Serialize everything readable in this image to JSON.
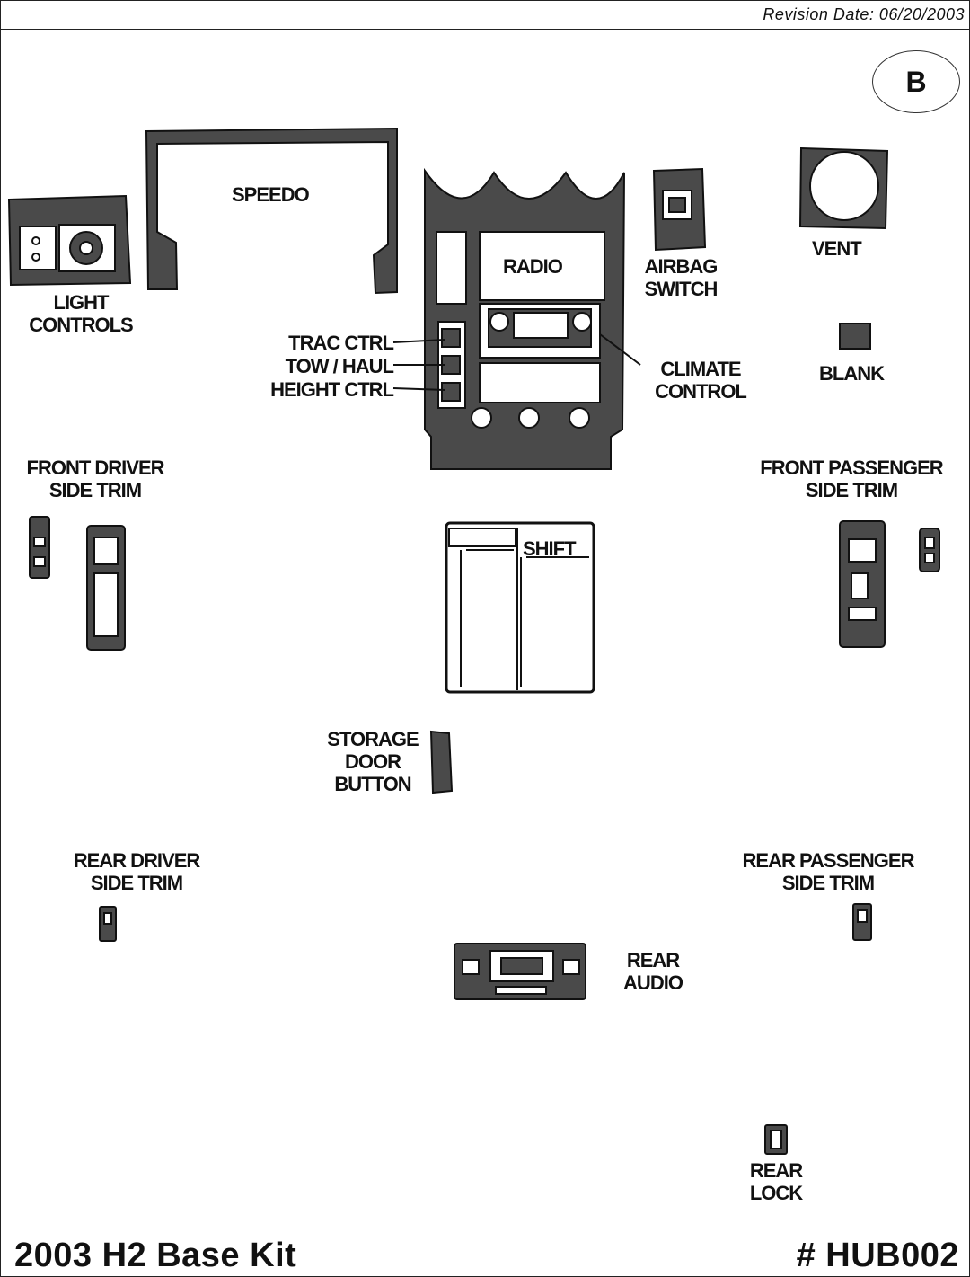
{
  "header": {
    "revision": "Revision Date: 06/20/2003"
  },
  "badge": "B",
  "labels": {
    "speedo": "SPEEDO",
    "light_controls_1": "LIGHT",
    "light_controls_2": "CONTROLS",
    "radio": "RADIO",
    "airbag_1": "AIRBAG",
    "airbag_2": "SWITCH",
    "vent": "VENT",
    "trac": "TRAC CTRL",
    "tow": "TOW / HAUL",
    "height": "HEIGHT CTRL",
    "climate_1": "CLIMATE",
    "climate_2": "CONTROL",
    "blank": "BLANK",
    "front_driver_1": "FRONT DRIVER",
    "front_driver_2": "SIDE TRIM",
    "front_pass_1": "FRONT PASSENGER",
    "front_pass_2": "SIDE TRIM",
    "shift": "SHIFT",
    "storage_1": "STORAGE",
    "storage_2": "DOOR",
    "storage_3": "BUTTON",
    "rear_driver_1": "REAR DRIVER",
    "rear_driver_2": "SIDE TRIM",
    "rear_pass_1": "REAR PASSENGER",
    "rear_pass_2": "SIDE TRIM",
    "rear_audio_1": "REAR",
    "rear_audio_2": "AUDIO",
    "rear_lock_1": "REAR",
    "rear_lock_2": "LOCK"
  },
  "footer": {
    "title": "2003 H2 Base Kit",
    "part_number": "# HUB002"
  }
}
